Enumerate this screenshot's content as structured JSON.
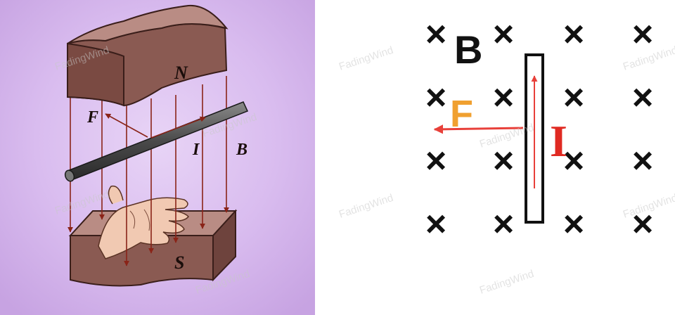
{
  "left_figure": {
    "north_label": "N",
    "south_label": "S",
    "force_label": "F",
    "current_label": "I",
    "field_label": "B"
  },
  "right_figure": {
    "field_label": "B",
    "force_label": "F",
    "current_label": "I",
    "field_symbol": "×",
    "colors": {
      "force": "#f0a030",
      "current": "#e02a22",
      "arrow": "#e8403a",
      "field": "#111111"
    }
  },
  "watermark": "FadingWind"
}
